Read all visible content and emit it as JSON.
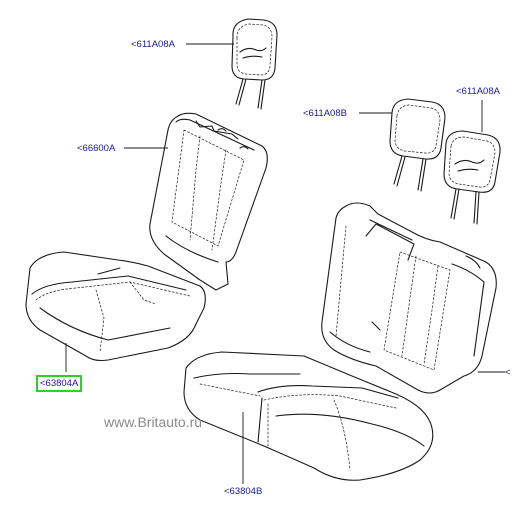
{
  "callouts": {
    "headrest_front": "<611A08A",
    "headrest_rear_left": "<611A08B",
    "headrest_rear_right": "<611A08A",
    "front_backrest": "<66600A",
    "front_cushion": "<63804A",
    "rear_cushion": "<63804B",
    "rear_backrest_cut": "<"
  },
  "watermark": "www.Britauto.ru",
  "colors": {
    "line": "#1a1a1a",
    "callout": "#1a1a8c",
    "selected": "#33cc33",
    "watermark": "#8a8a8a"
  }
}
